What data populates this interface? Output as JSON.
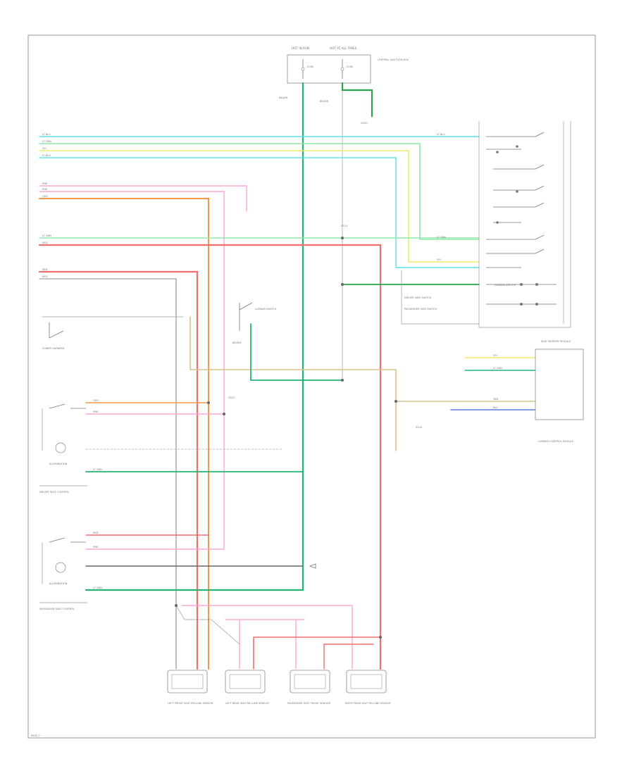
{
  "colors": {
    "lt_green": "#22b573",
    "lt_green_pale": "#8fe8a8",
    "lt_blue": "#5ee1ec",
    "yellow": "#f2ec6a",
    "pink": "#f9a8d4",
    "orange": "#f7964a",
    "red": "#f26d6d",
    "tan": "#d8c28c",
    "blue": "#5d7bd6",
    "dark_green": "#2aa34a",
    "gray": "#888888"
  },
  "page_ref": "PAGE 2",
  "labels": {
    "fuse_top_left": "HOT IN RUN",
    "fuse_top_right": "HOT AT ALL TIMES",
    "fuse_panel": "CENTRAL JUNCTION BOX",
    "fuse_a": "FUSE",
    "fuse_b": "FUSE",
    "ground_near_fuse": "BK/WH",
    "gnd_conn": "G200",
    "lk_harness": "LOWER HARNESS",
    "gnd_mid": "BK/WH",
    "splice_top_right": "S210",
    "dr_switch": "DRIVER SIDE SWITCH",
    "ps_switch": "PASSENGER SIDE SWITCH",
    "lumbar_switch": "LUMBAR SWITCH",
    "pass_seat_ctrl": "PASSENGER SEAT CONTROL",
    "driver_seat_ctrl": "DRIVER SEAT CONTROL",
    "illum_1": "ILLUMINATION",
    "illum_2": "ILLUMINATION",
    "splice_low": "S301",
    "splice_mid": "S220",
    "sensor_1": "LEFT FRONT SEAT RECLINE SENSOR",
    "sensor_2": "LEFT REAR SEAT RECLINE SENSOR",
    "sensor_3": "PASSENGER SEAT FRONT SENSOR",
    "sensor_4": "RIGHT REAR SEAT RECLINE SENSOR",
    "module_right": "SEAT MEMORY MODULE",
    "module_right_sub": "LUMBAR CONTROL MODULE",
    "wire_ltgrn": "LT GRN",
    "wire_ltblu": "LT BLU",
    "wire_yel": "YEL",
    "wire_pnk": "PNK",
    "wire_org": "ORG",
    "wire_red": "RED",
    "wire_tan": "TAN",
    "wire_blu": "BLU"
  }
}
